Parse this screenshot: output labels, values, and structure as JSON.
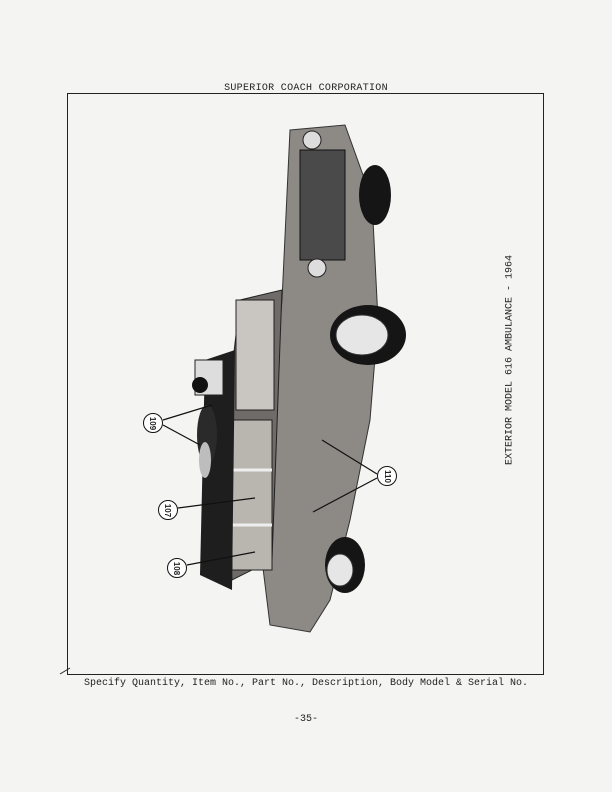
{
  "header": {
    "title": "SUPERIOR COACH CORPORATION"
  },
  "figure": {
    "caption": "EXTERIOR MODEL 616 AMBULANCE - 1964",
    "callouts": [
      "109",
      "107",
      "108",
      "110"
    ]
  },
  "footer": {
    "instruction": "Specify Quantity, Item No., Part No., Description, Body Model & Serial No."
  },
  "page_number": "-35-"
}
